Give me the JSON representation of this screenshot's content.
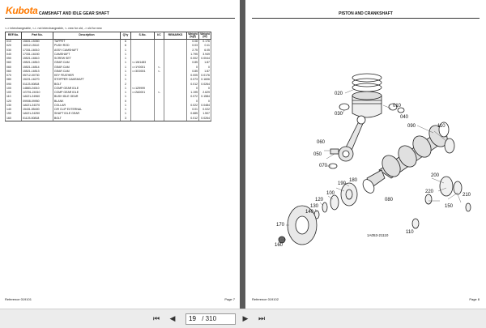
{
  "left_page": {
    "logo": "Kubota",
    "title": "CAMSHAFT AND IDLE GEAR SHAFT",
    "legend": "<-> interchangeable,   <-/- not interchangeable,    <- new for old,   -> old for new",
    "columns": [
      "REF.No.",
      "Part No.",
      "Description",
      "Q'ty",
      "S.No.",
      "I/C",
      "REMARKS",
      "Weight (kgf)",
      "Weight (lb)"
    ],
    "rows": [
      [
        "010",
        "15601-15350",
        "TAPPET",
        "6",
        "",
        "",
        "",
        "0.08",
        "0.176"
      ],
      [
        "020",
        "16012-15110",
        "PUSH ROD",
        "6",
        "",
        "",
        "",
        "0.03",
        "0.11"
      ],
      [
        "030",
        "17331-16010",
        "ASSY CAMSHAFT",
        "1",
        "",
        "",
        "",
        "2.75",
        "6.05"
      ],
      [
        "040",
        "17331-16150",
        "CAMSHAFT",
        "1",
        "",
        "",
        "",
        "1.795",
        "3.949"
      ],
      [
        "050",
        "15521-16610",
        "SCREW SET",
        "1",
        "",
        "",
        "",
        "0.002",
        "0.0044"
      ],
      [
        "060",
        "15521-16510",
        "GEAR CAM",
        "1",
        "<=1W1483",
        "",
        "",
        "0.85",
        "1.87"
      ],
      [
        "060",
        "15521-16514",
        "GEAR CAM",
        "1",
        "=>1Y0001",
        "<-",
        "",
        "0",
        "0"
      ],
      [
        "060",
        "15521-16513",
        "GEAR CAM",
        "1",
        "=>3G0001",
        "<-",
        "",
        "0.85",
        "1.87"
      ],
      [
        "070",
        "05712-00730",
        "KEY FEATHER",
        "1",
        "",
        "",
        "",
        "0.005",
        "0.0176"
      ],
      [
        "080",
        "15221-16270",
        "STOPPER CAMSHAFT",
        "1",
        "",
        "",
        "",
        "0.073",
        "0.1606"
      ],
      [
        "090",
        "01123-50818",
        "BOLT",
        "2",
        "",
        "",
        "",
        "0.012",
        "0.0264"
      ],
      [
        "100",
        "14883-24010",
        "COMP GEAR IDLE",
        "1",
        "<=1Z9999",
        "",
        "",
        "0",
        "0"
      ],
      [
        "100",
        "1G791-24010",
        "COMP GEAR IDLE",
        "1",
        "=>2A0001",
        "<-",
        "",
        "1.195",
        "2.629"
      ],
      [
        "110",
        "1A021-24960",
        "BUSH IDLE GEAR",
        "1",
        "",
        "",
        "",
        "0.072",
        "0.1584"
      ],
      [
        "120",
        "09908-09950",
        "BLANK",
        "0",
        "",
        "",
        "",
        "0",
        "0"
      ],
      [
        "130",
        "1A021-24370",
        "COLLAR",
        "1",
        "",
        "",
        "",
        "0.022",
        "0.0484"
      ],
      [
        "140",
        "15431-55400",
        "CIR CLIP EXTERNAL",
        "1",
        "",
        "",
        "",
        "0.01",
        "0.022"
      ],
      [
        "150",
        "1A021-24250",
        "SHAFT IDLE GEAR",
        "1",
        "",
        "",
        "",
        "0.685",
        "1.507"
      ],
      [
        "160",
        "01123-50818",
        "BOLT",
        "3",
        "",
        "",
        "",
        "0.012",
        "0.0264"
      ]
    ],
    "reference": "Reference 019101",
    "page_label": "Page 7"
  },
  "right_page": {
    "title": "PISTON AND CRANKSHAFT",
    "callouts": [
      "010",
      "020",
      "030",
      "040",
      "050",
      "060",
      "070",
      "080",
      "090",
      "100",
      "110",
      "120",
      "130",
      "140",
      "150",
      "160",
      "170",
      "180",
      "190",
      "200",
      "210",
      "220"
    ],
    "drawing_code": "1A053-21110",
    "reference": "Reference 019102",
    "page_label": "Page 8"
  },
  "toolbar": {
    "first_icon": "first-page-icon",
    "prev_icon": "previous-page-icon",
    "current_page": "19",
    "total_pages": "/ 310",
    "next_icon": "next-page-icon",
    "last_icon": "last-page-icon"
  }
}
